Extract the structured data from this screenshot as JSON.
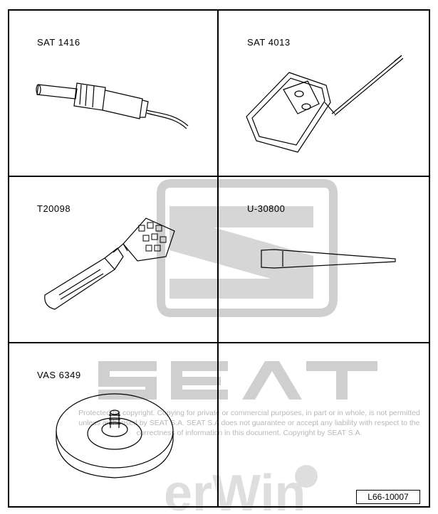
{
  "cells": [
    {
      "label": "SAT 1416"
    },
    {
      "label": "SAT 4013"
    },
    {
      "label": "T20098"
    },
    {
      "label": "U-30800"
    },
    {
      "label": "VAS 6349"
    },
    {
      "label": ""
    }
  ],
  "watermark": {
    "brand": "SEAT",
    "app": "erWin",
    "notice": "Protected by copyright. Copying for private or commercial purposes, in part or in whole, is not permitted unless authorised by SEAT S.A. SEAT S.A does not guarantee or accept any liability with respect to the correctness of information in this document. Copyright by SEAT S.A."
  },
  "figure_code": "L66-10007",
  "colors": {
    "line": "#000000",
    "watermark": "#c8c8c8"
  }
}
